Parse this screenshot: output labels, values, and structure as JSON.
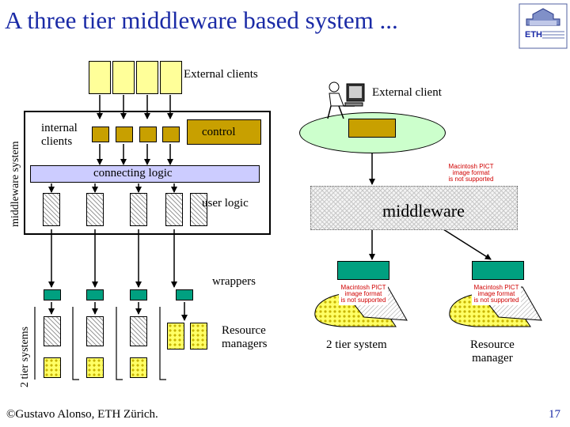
{
  "header": {
    "title": "A three tier middleware based system ..."
  },
  "labels": {
    "external_clients": "External clients",
    "external_client": "External client",
    "middleware_system": "middleware system",
    "internal_clients": "internal\nclients",
    "control": "control",
    "connecting_logic": "connecting logic",
    "user_logic": "user logic",
    "middleware": "middleware",
    "wrappers": "wrappers",
    "two_tier_systems": "2 tier systems",
    "resource_managers": "Resource\nmanagers",
    "two_tier_system": "2 tier system",
    "resource_manager": "Resource\nmanager"
  },
  "pict_notice": "Macintosh PICT\nimage format\nis not supported",
  "footer": {
    "copyright": "©Gustavo Alonso,  ETH Zürich.",
    "page_number": "17"
  },
  "colors": {
    "title": "#1a2aa6",
    "client_box": "#ffff99",
    "control": "#c8a000",
    "wrapper": "#00a080",
    "connecting_bar": "#ccccff"
  },
  "icons": [
    "eth-logo-icon",
    "person-computer-icon"
  ]
}
